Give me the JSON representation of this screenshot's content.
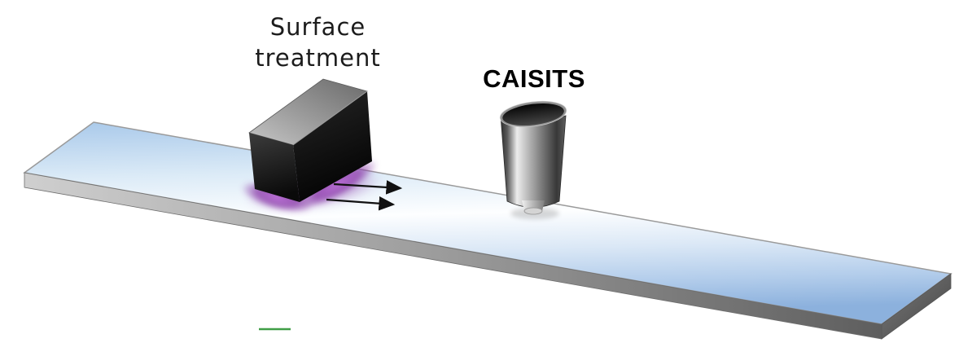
{
  "diagram": {
    "labels": {
      "surface_line1": "Surface",
      "surface_line2": "treatment",
      "device": "CAISITS"
    },
    "icons": {
      "motion_arrow": "→"
    },
    "colors": {
      "substrate_light_blue": "#aecdec",
      "substrate_white": "#ffffff",
      "substrate_deep_blue": "#8cb1dd",
      "substrate_edge_gray": "#8a8a8a",
      "block_top_gray": "#9b9b9b",
      "block_dark": "#0d0d0d",
      "plasma_purple": "#8a3aa8",
      "arrow_black": "#111111",
      "cylinder_gray": "#8c8c8c",
      "marker_green": "#3f9e46"
    }
  }
}
